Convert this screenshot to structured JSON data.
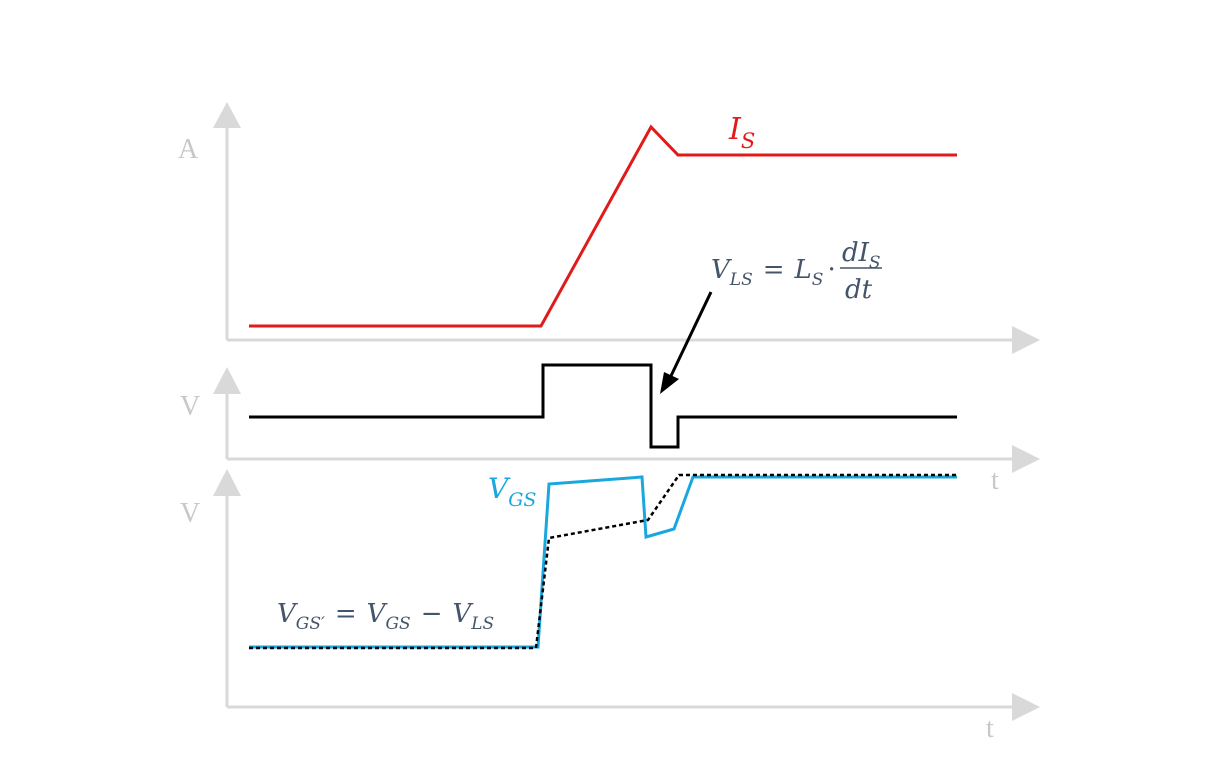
{
  "panels": {
    "current": {
      "y_axis_label": "A",
      "trace_label": {
        "main": "I",
        "sub": "S"
      },
      "trace_color": "#e11a1a"
    },
    "inductor_voltage": {
      "y_axis_label": "V",
      "x_axis_label": "t",
      "trace_color": "#000000"
    },
    "gate_voltage": {
      "y_axis_label": "V",
      "x_axis_label": "t",
      "vgs_label": {
        "main": "V",
        "sub": "GS"
      },
      "vgs_color": "#1aa7dd",
      "vgs_prime_color": "#000000"
    }
  },
  "equations": {
    "vls": {
      "lhs_main": "V",
      "lhs_sub": "LS",
      "equals": "=",
      "l_main": "L",
      "l_sub": "S",
      "dot": "·",
      "num_d": "dI",
      "num_sub": "S",
      "den": "dt"
    },
    "vgs_prime": {
      "lhs_main": "V",
      "lhs_sub": "GS′",
      "equals": "=",
      "a_main": "V",
      "a_sub": "GS",
      "minus": "−",
      "b_main": "V",
      "b_sub": "LS"
    }
  },
  "colors": {
    "axis": "#d9d9d9",
    "axis_text": "#c8c8c8",
    "equation": "#44546a"
  }
}
